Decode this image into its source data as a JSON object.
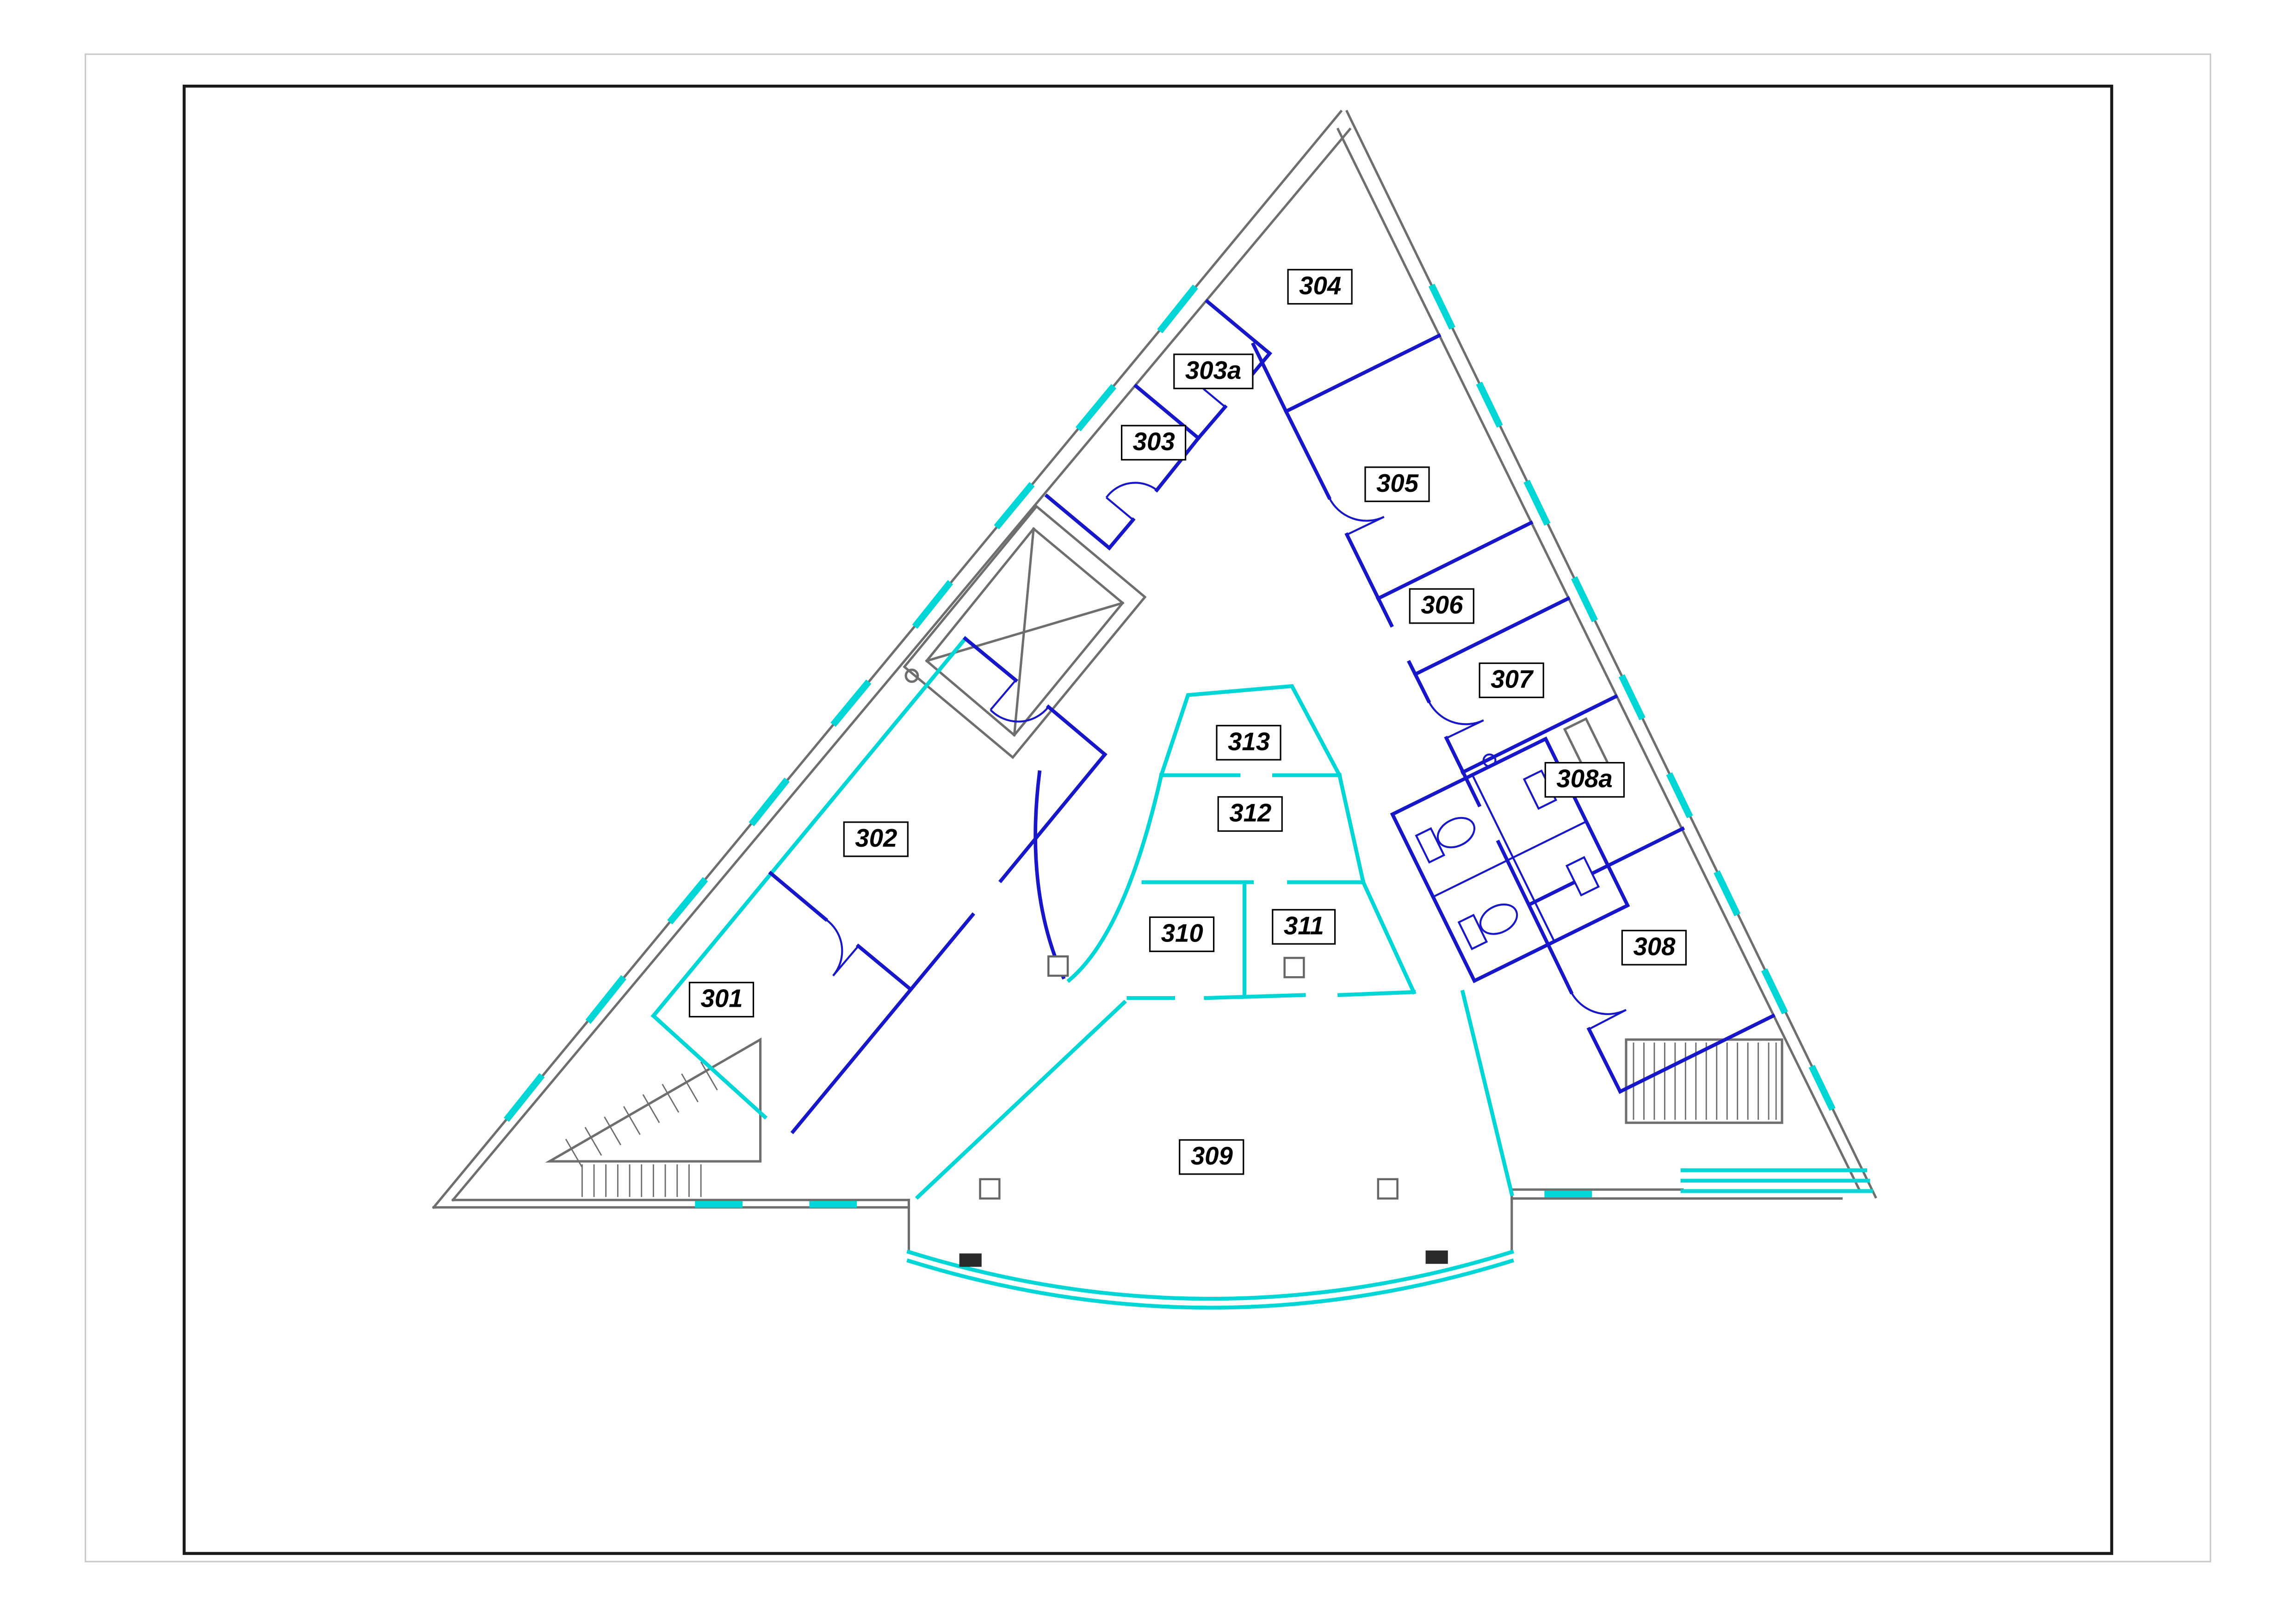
{
  "drawing": {
    "rooms": [
      {
        "label": "301"
      },
      {
        "label": "302"
      },
      {
        "label": "303"
      },
      {
        "label": "303a"
      },
      {
        "label": "304"
      },
      {
        "label": "305"
      },
      {
        "label": "306"
      },
      {
        "label": "307"
      },
      {
        "label": "308a"
      },
      {
        "label": "308"
      },
      {
        "label": "309"
      },
      {
        "label": "310"
      },
      {
        "label": "311"
      },
      {
        "label": "312"
      },
      {
        "label": "313"
      }
    ],
    "features": {
      "elevator": "elevator-shaft-x-symbol",
      "stairs_left": "staircase-hatch-symbol",
      "stairs_right": "staircase-hatch-symbol",
      "wc": "toilet-fixtures-symbol",
      "entrance": "curved-glazed-entrance",
      "windows": "window-tick-marks"
    },
    "colors": {
      "wall": "#6e6e6e",
      "partition": "#1717c9",
      "glazing": "#00d6d6",
      "label_text": "#000000",
      "label_bg": "#ffffff",
      "frame": "#1a1a1a",
      "frame_outer": "#c9c9c9",
      "paper": "#ffffff"
    }
  }
}
